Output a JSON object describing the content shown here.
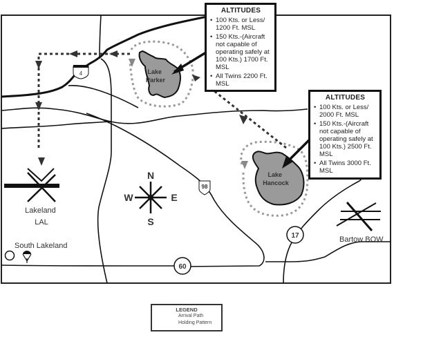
{
  "map": {
    "places": {
      "lake_parker": [
        "Lake",
        "Parker"
      ],
      "lake_hancock": [
        "Lake",
        "Hancock"
      ],
      "lakeland": [
        "Lakeland",
        "LAL"
      ],
      "south_lakeland": "South Lakeland",
      "bartow": "Bartow BOW"
    },
    "routes": {
      "i4": "4",
      "us98": "98",
      "sr17": "17",
      "sr60": "60"
    },
    "compass": {
      "n": "N",
      "s": "S",
      "e": "E",
      "w": "W"
    },
    "colors": {
      "arrival_path": "#333333",
      "holding_pattern": "#999999",
      "lake_fill": "#9a9a9a",
      "road": "#111111"
    }
  },
  "altitudes_parker": {
    "title": "ALTITUDES",
    "items": [
      "100 Kts. or Less/ 1200 Ft. MSL",
      "150 Kts.-(Aircraft not capable of operating safely at 100 Kts.) 1700 Ft. MSL",
      "All Twins 2200 Ft. MSL"
    ]
  },
  "altitudes_hancock": {
    "title": "ALTITUDES",
    "items": [
      "100 Kts. or Less/ 2000 Ft. MSL",
      "150 Kts.-(Aircraft not capable of operating safely at 100 Kts.) 2500 Ft. MSL",
      "All Twins 3000 Ft. MSL"
    ]
  },
  "legend": {
    "title": "LEGEND",
    "items": [
      {
        "label": "Arrival Path",
        "style": "dark-dashed-arrow"
      },
      {
        "label": "Holding Pattern",
        "style": "gray-dashed-arrow"
      }
    ]
  }
}
